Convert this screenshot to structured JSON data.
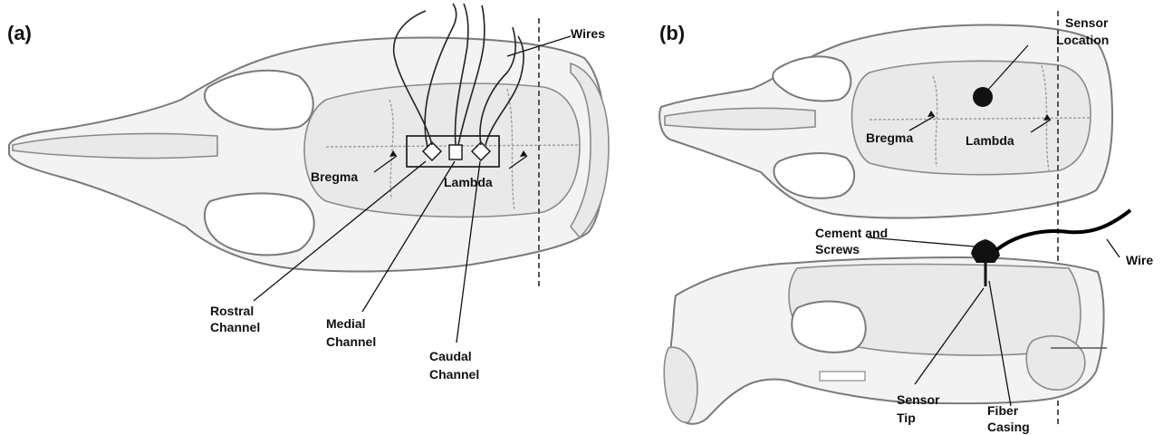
{
  "panel_a": {
    "tag": "(a)",
    "labels": {
      "wires": "Wires",
      "bregma": "Bregma",
      "lambda": "Lambda",
      "rostral_1": "Rostral",
      "rostral_2": "Channel",
      "medial_1": "Medial",
      "medial_2": "Channel",
      "caudal_1": "Caudal",
      "caudal_2": "Channel"
    }
  },
  "panel_b": {
    "tag": "(b)",
    "labels": {
      "sensor_location_1": "Sensor",
      "sensor_location_2": "Location",
      "bregma": "Bregma",
      "lambda": "Lambda",
      "cement_1": "Cement and",
      "cement_2": "Screws",
      "wire": "Wire",
      "sensor_tip_1": "Sensor",
      "sensor_tip_2": "Tip",
      "fiber_1": "Fiber",
      "fiber_2": "Casing"
    }
  },
  "colors": {
    "bone_outline": "#7a7a7a",
    "bone_fill": "#f3f3f3",
    "ink": "#111111"
  }
}
